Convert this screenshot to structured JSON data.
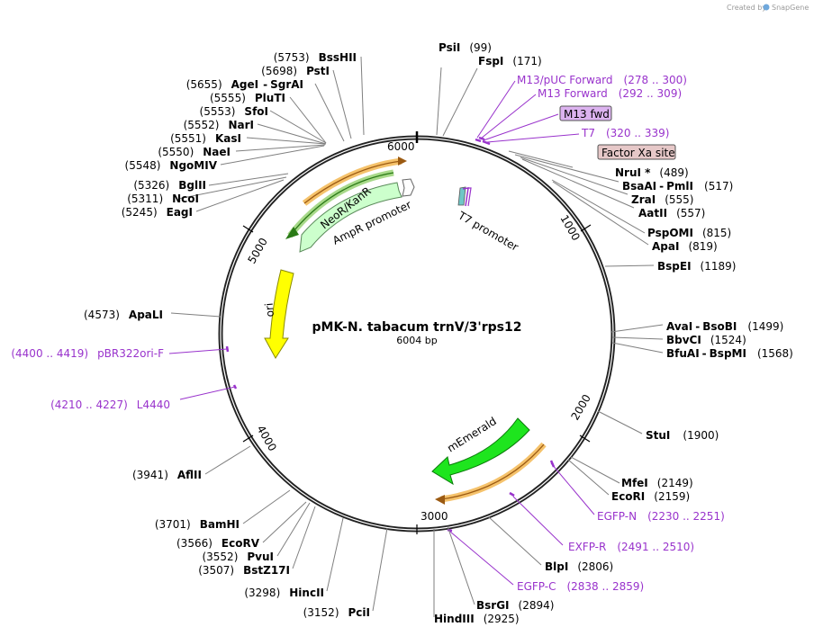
{
  "credit": {
    "prefix": "Created by",
    "brand": "SnapGene"
  },
  "plasmid": {
    "name": "pMK-N. tabacum trnV/3'rps12",
    "size": "6004 bp"
  },
  "ticks": [
    "1000",
    "2000",
    "3000",
    "4000",
    "5000",
    "6000"
  ],
  "features": {
    "neo": "NeoR/KanR",
    "amp": "AmpR promoter",
    "ori": "ori",
    "t7": "T7 promoter",
    "gfp": "mEmerald"
  },
  "enzymes": [
    {
      "name": "PsiI",
      "pos": "(99)"
    },
    {
      "name": "FspI",
      "pos": "(171)"
    },
    {
      "name": "NruI *",
      "pos": "(489)"
    },
    {
      "name": "BsaAI",
      "name2": "PmlI",
      "pos": "(517)"
    },
    {
      "name": "ZraI",
      "pos": "(555)"
    },
    {
      "name": "AatII",
      "pos": "(557)"
    },
    {
      "name": "PspOMI",
      "pos": "(815)"
    },
    {
      "name": "ApaI",
      "pos": "(819)"
    },
    {
      "name": "BspEI",
      "pos": "(1189)"
    },
    {
      "name": "AvaI",
      "name2": "BsoBI",
      "pos": "(1499)"
    },
    {
      "name": "BbvCI",
      "pos": "(1524)"
    },
    {
      "name": "BfuAI",
      "name2": "BspMI",
      "pos": "(1568)"
    },
    {
      "name": "StuI",
      "pos": "(1900)"
    },
    {
      "name": "MfeI",
      "pos": "(2149)"
    },
    {
      "name": "EcoRI",
      "pos": "(2159)"
    },
    {
      "name": "BlpI",
      "pos": "(2806)"
    },
    {
      "name": "BsrGI",
      "pos": "(2894)"
    },
    {
      "name": "HindIII",
      "pos": "(2925)"
    },
    {
      "name": "PciI",
      "pos": "(3152)"
    },
    {
      "name": "HincII",
      "pos": "(3298)"
    },
    {
      "name": "BstZ17I",
      "pos": "(3507)"
    },
    {
      "name": "PvuI",
      "pos": "(3552)"
    },
    {
      "name": "EcoRV",
      "pos": "(3566)"
    },
    {
      "name": "BamHI",
      "pos": "(3701)"
    },
    {
      "name": "AflII",
      "pos": "(3941)"
    },
    {
      "name": "ApaLI",
      "pos": "(4573)"
    },
    {
      "name": "EagI",
      "pos": "(5245)"
    },
    {
      "name": "NcoI",
      "pos": "(5311)"
    },
    {
      "name": "BglII",
      "pos": "(5326)"
    },
    {
      "name": "NgoMIV",
      "pos": "(5548)"
    },
    {
      "name": "NaeI",
      "pos": "(5550)"
    },
    {
      "name": "KasI",
      "pos": "(5551)"
    },
    {
      "name": "NarI",
      "pos": "(5552)"
    },
    {
      "name": "SfoI",
      "pos": "(5553)"
    },
    {
      "name": "PluTI",
      "pos": "(5555)"
    },
    {
      "name": "AgeI",
      "name2": "SgrAI",
      "pos": "(5655)"
    },
    {
      "name": "PstI",
      "pos": "(5698)"
    },
    {
      "name": "BssHII",
      "pos": "(5753)"
    }
  ],
  "primers": [
    {
      "name": "M13/pUC Forward",
      "pos": "(278 .. 300)"
    },
    {
      "name": "M13 Forward",
      "pos": "(292 .. 309)"
    },
    {
      "name": "T7",
      "pos": "(320 .. 339)"
    },
    {
      "name": "EGFP-N",
      "pos": "(2230 .. 2251)"
    },
    {
      "name": "EXFP-R",
      "pos": "(2491 .. 2510)"
    },
    {
      "name": "EGFP-C",
      "pos": "(2838 .. 2859)"
    },
    {
      "name": "pBR322ori-F",
      "pos": "(4400 .. 4419)"
    },
    {
      "name": "L4440",
      "pos": "(4210 .. 4227)"
    }
  ],
  "boxes": {
    "m13fwd": "M13 fwd",
    "factorxa": "Factor Xa site"
  },
  "colors": {
    "primer": "#9933cc",
    "ori": "#ffff00",
    "gfp": "#1ee51e",
    "neo": "#ccffcc",
    "orf": "#f5c26b",
    "box_purple": "#dcb3f0",
    "box_pink": "#e6c8c8"
  }
}
